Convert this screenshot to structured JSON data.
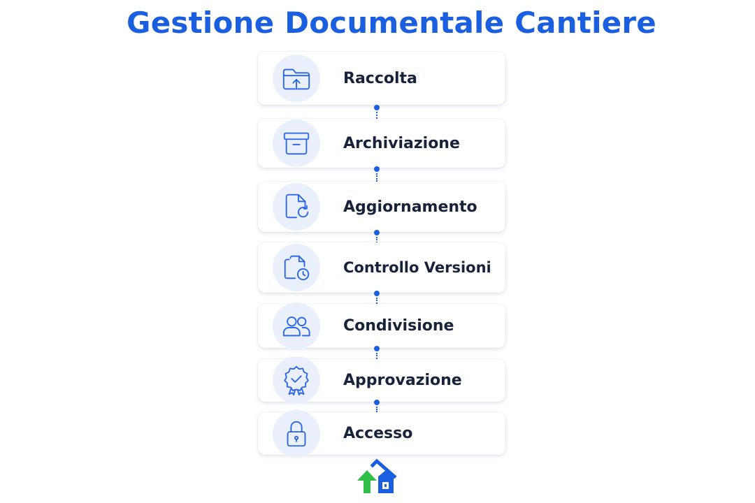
{
  "title": "Gestione Documentale Cantiere",
  "steps": [
    {
      "label": "Raccolta",
      "icon": "folder-upload-icon"
    },
    {
      "label": "Archiviazione",
      "icon": "archive-box-icon"
    },
    {
      "label": "Aggiornamento",
      "icon": "file-refresh-icon"
    },
    {
      "label": "Controllo Versioni",
      "icon": "file-history-icon"
    },
    {
      "label": "Condivisione",
      "icon": "users-icon"
    },
    {
      "label": "Approvazione",
      "icon": "approval-badge-icon"
    },
    {
      "label": "Accesso",
      "icon": "lock-icon"
    }
  ],
  "colors": {
    "accent": "#1a5fe0",
    "icon_stroke": "#2563eb",
    "icon_bg": "#e9f0fc",
    "label_text": "#17223b",
    "logo_green": "#2fbf4a",
    "logo_blue": "#1a5fe0"
  },
  "footer": {
    "logo": "home-arrow-logo-icon"
  }
}
